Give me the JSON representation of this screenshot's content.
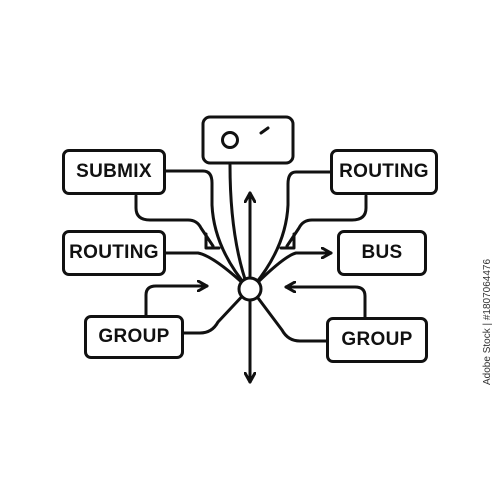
{
  "diagram": {
    "nodes": [
      {
        "id": "submix",
        "label": "SUBMIX"
      },
      {
        "id": "routing-left",
        "label": "ROUTING"
      },
      {
        "id": "group-left",
        "label": "GROUP"
      },
      {
        "id": "routing-right",
        "label": "ROUTING"
      },
      {
        "id": "bus",
        "label": "BUS"
      },
      {
        "id": "group-right",
        "label": "GROUP"
      }
    ],
    "device_icon": "audio-device-icon",
    "hub_icon": "hub-circle-icon",
    "stroke_color": "#111111",
    "background_color": "#ffffff"
  },
  "watermark": {
    "text": "Adobe Stock | #1807064476"
  }
}
